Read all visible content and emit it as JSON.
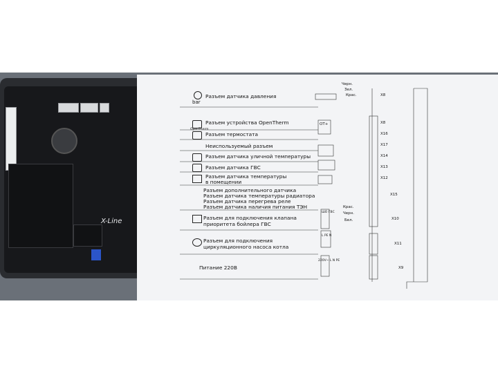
{
  "photo": {
    "description_free": true,
    "board": {
      "logo_text": "X-Line"
    },
    "diagram": {
      "labels": [
        {
          "id": "pressure",
          "text": "Разъем датчика давления"
        },
        {
          "id": "opentherm",
          "text": "Разъем устройства OpenTherm"
        },
        {
          "id": "thermostat",
          "text": "Разъем термостата"
        },
        {
          "id": "unused",
          "text": "Неиспользуемый разъем"
        },
        {
          "id": "outdoor",
          "text": "Разъем датчика уличной температуры"
        },
        {
          "id": "dhw",
          "text": "Разъем датчика ГВС"
        },
        {
          "id": "room1",
          "text": "Разъем датчика температуры"
        },
        {
          "id": "room2",
          "text": "в помещении"
        },
        {
          "id": "extra1",
          "text": "Разъем дополнительного датчика"
        },
        {
          "id": "extra2",
          "text": "Разъем датчика температуры радиатора"
        },
        {
          "id": "extra3",
          "text": "Разъем датчика перегрева реле"
        },
        {
          "id": "extra4",
          "text": "Разъем датчика наличия питания ТЭН"
        },
        {
          "id": "valve1",
          "text": "Разъем для подключения клапана"
        },
        {
          "id": "valve2",
          "text": "приоритета бойлера ГВС"
        },
        {
          "id": "pump1",
          "text": "Разъем для подключения"
        },
        {
          "id": "pump2",
          "text": "циркуляционного насоса котла"
        },
        {
          "id": "power",
          "text": "Питание 220В"
        }
      ],
      "icon_captions": {
        "bar": "bar",
        "opentherm": "OpenTherm"
      },
      "connectors": [
        "X8",
        "X16",
        "X17",
        "X14",
        "X13",
        "X12",
        "X15",
        "X10",
        "X11",
        "X9"
      ],
      "wire_labels": {
        "black1": "Черн.",
        "green": "Зел.",
        "red": "Крас.",
        "red2": "Крас.",
        "black2": "Черн.",
        "white": "Бел."
      },
      "terminal_marks": {
        "valve": "ШО ГВС",
        "pump": "L PE N",
        "power": "220V~ L N PE",
        "thermo": "OT+"
      }
    }
  }
}
